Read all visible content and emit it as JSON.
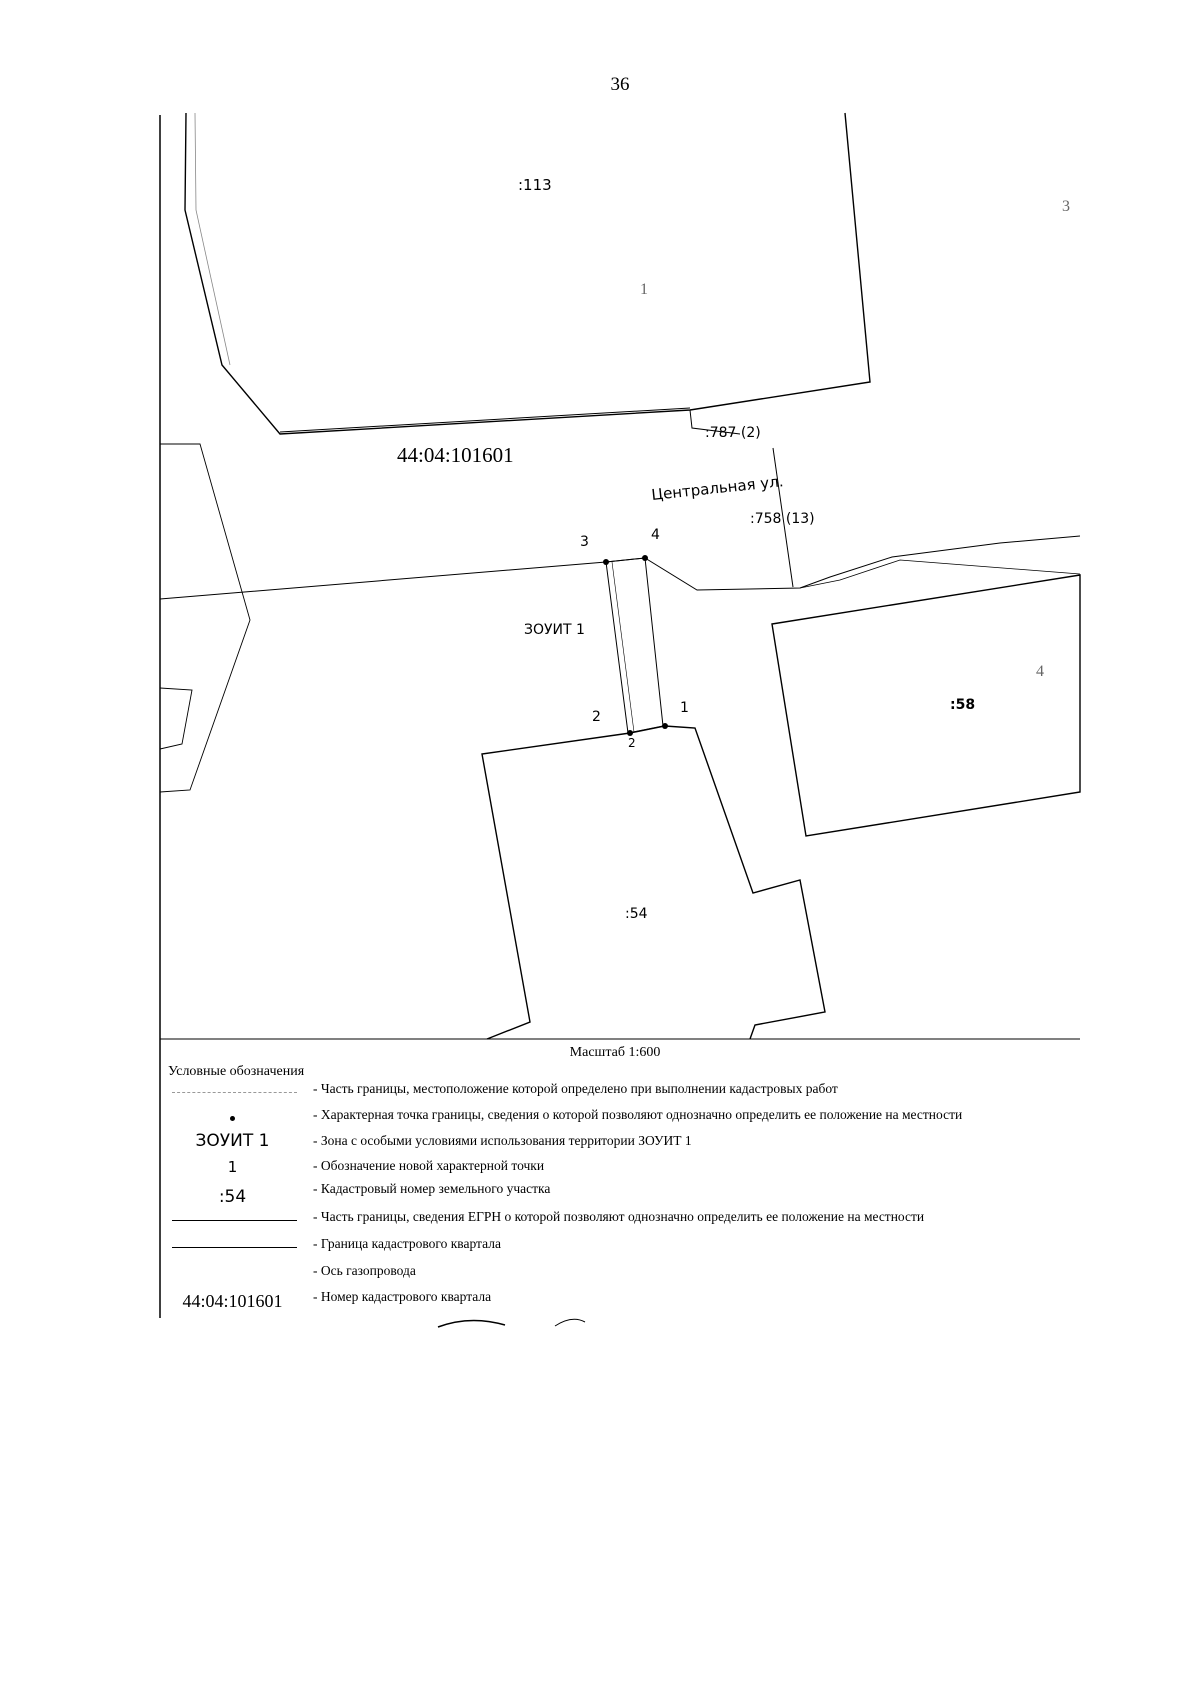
{
  "page": {
    "number": "36"
  },
  "map": {
    "quarter_number": "44:04:101601",
    "street_label": "Центральная ул.",
    "parcel_labels": [
      {
        "id": "p113",
        "text": ":113"
      },
      {
        "id": "p787",
        "text": ":787 (2)"
      },
      {
        "id": "p758",
        "text": ":758 (13)"
      },
      {
        "id": "p58",
        "text": ":58"
      },
      {
        "id": "p54",
        "text": ":54"
      }
    ],
    "contour_numbers": [
      "1",
      "3",
      "4"
    ],
    "zone_label": "ЗОУИТ 1",
    "point_numbers": [
      "1",
      "2",
      "3",
      "4"
    ],
    "point_number_2_dup": "2",
    "scale": "Масштаб 1:600"
  },
  "legend": {
    "title": "Условные обозначения",
    "items": [
      {
        "symbol": "",
        "symbol_type": "dash-line",
        "text": "- Часть границы, местоположение которой определено при выполнении кадастровых работ"
      },
      {
        "symbol": "",
        "symbol_type": "dot",
        "text": "- Характерная точка границы, сведения о которой позволяют однозначно определить ее положение на местности"
      },
      {
        "symbol": "ЗОУИТ 1",
        "symbol_type": "text-sans",
        "text": "- Зона с особыми условиями использования территории ЗОУИТ 1"
      },
      {
        "symbol": "1",
        "symbol_type": "text-sans",
        "text": "- Обозначение новой характерной точки"
      },
      {
        "symbol": ":54",
        "symbol_type": "text-sans",
        "text": "- Кадастровый номер земельного участка"
      },
      {
        "symbol": "",
        "symbol_type": "line",
        "text": "- Часть границы, сведения ЕГРН о которой позволяют однозначно определить ее положение на местности"
      },
      {
        "symbol": "",
        "symbol_type": "line",
        "text": "- Граница кадастрового квартала"
      },
      {
        "symbol": "",
        "symbol_type": "none",
        "text": "- Ось газопровода"
      },
      {
        "symbol": "44:04:101601",
        "symbol_type": "text-serif",
        "text": "- Номер кадастрового квартала"
      }
    ]
  }
}
